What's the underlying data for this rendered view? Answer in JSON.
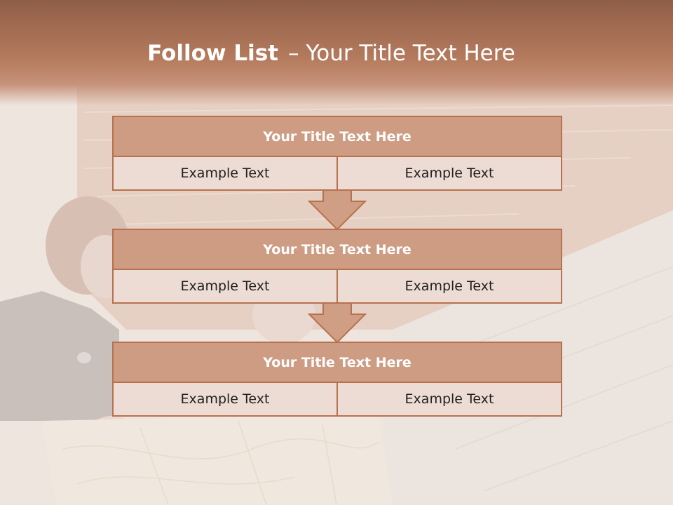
{
  "slide": {
    "title_bold": "Follow List",
    "title_separator": "–",
    "title_rest": "Your Title Text Here"
  },
  "steps": [
    {
      "title": "Your Title Text Here",
      "cells": [
        "Example Text",
        "Example Text"
      ]
    },
    {
      "title": "Your Title Text Here",
      "cells": [
        "Example Text",
        "Example Text"
      ]
    },
    {
      "title": "Your Title Text Here",
      "cells": [
        "Example Text",
        "Example Text"
      ]
    }
  ],
  "colors": {
    "band": "#a06a50",
    "header_fill": "#cd9c82",
    "cell_fill": "#eddcd4",
    "border": "#b8714e",
    "arrow_fill": "#cf9e84"
  },
  "icons": [
    "down-arrow-icon",
    "down-arrow-icon"
  ]
}
